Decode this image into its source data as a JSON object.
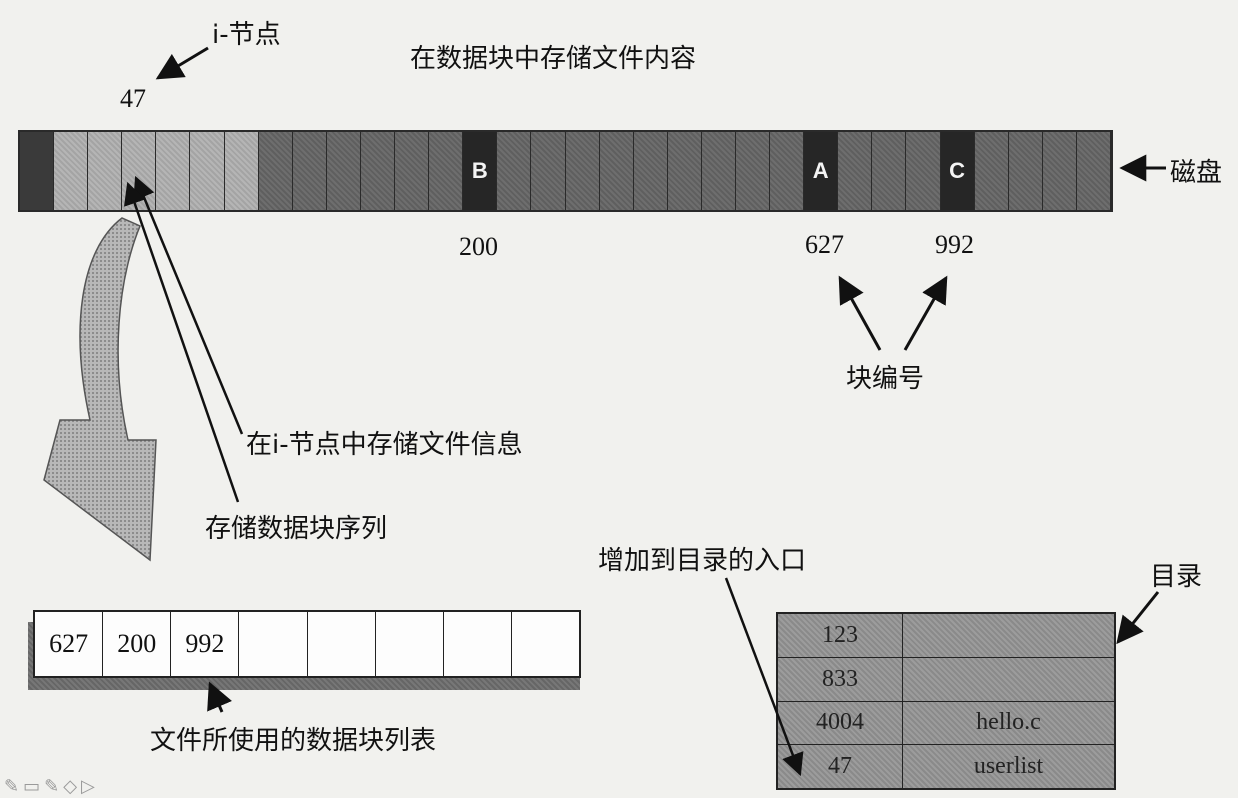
{
  "labels": {
    "inode_title": "i-节点",
    "inode_number": "47",
    "store_in_blocks": "在数据块中存储文件内容",
    "disk": "磁盘",
    "block_numbers": "块编号",
    "store_in_inode": "在i-节点中存储文件信息",
    "store_block_sequence": "存储数据块序列",
    "add_to_directory": "增加到目录的入口",
    "directory": "目录",
    "block_list_caption": "文件所使用的数据块列表"
  },
  "disk_blocks": {
    "B": {
      "label": "B",
      "number": "200"
    },
    "A": {
      "label": "A",
      "number": "627"
    },
    "C": {
      "label": "C",
      "number": "992"
    }
  },
  "block_list": [
    "627",
    "200",
    "992",
    "",
    "",
    "",
    "",
    ""
  ],
  "directory_rows": [
    {
      "inode": "123",
      "name": ""
    },
    {
      "inode": "833",
      "name": ""
    },
    {
      "inode": "4004",
      "name": "hello.c"
    },
    {
      "inode": "47",
      "name": "userlist"
    }
  ],
  "toolbar_icons": [
    "pen-icon",
    "screen-icon",
    "pen-icon",
    "eraser-icon",
    "pointer-icon"
  ]
}
